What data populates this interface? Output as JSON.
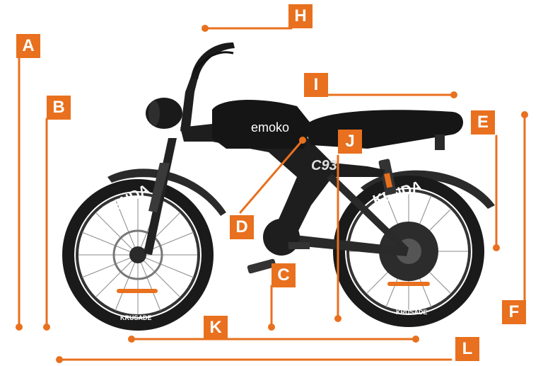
{
  "accent_color": "#e8701e",
  "dimension_labels": {
    "a": "A",
    "b": "B",
    "c": "C",
    "d": "D",
    "e": "E",
    "f": "F",
    "h": "H",
    "i": "I",
    "j": "J",
    "k": "K",
    "l": "L"
  },
  "brand": {
    "logo_text": "emoko",
    "model_text": "C93",
    "tire_brand": "KENDA",
    "tire_model": "KRUSADE"
  },
  "icons": [
    "ebike-illustration"
  ]
}
